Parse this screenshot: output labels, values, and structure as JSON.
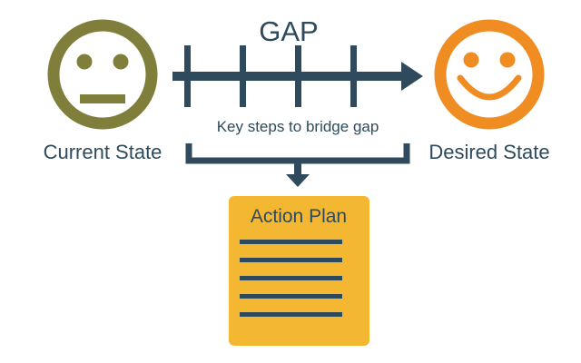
{
  "gap_title": "GAP",
  "gap_caption": "Key steps to bridge gap",
  "current_state": {
    "label": "Current State",
    "face_icon": "neutral-face-icon",
    "color": "#7f7f3b"
  },
  "desired_state": {
    "label": "Desired State",
    "face_icon": "smiling-face-icon",
    "color": "#ef8c22"
  },
  "action_plan": {
    "title": "Action Plan",
    "icon": "document-lines-icon",
    "color": "#f4b731"
  },
  "colors": {
    "dark_slate": "#2e4a5c",
    "text": "#2e4a5c"
  }
}
